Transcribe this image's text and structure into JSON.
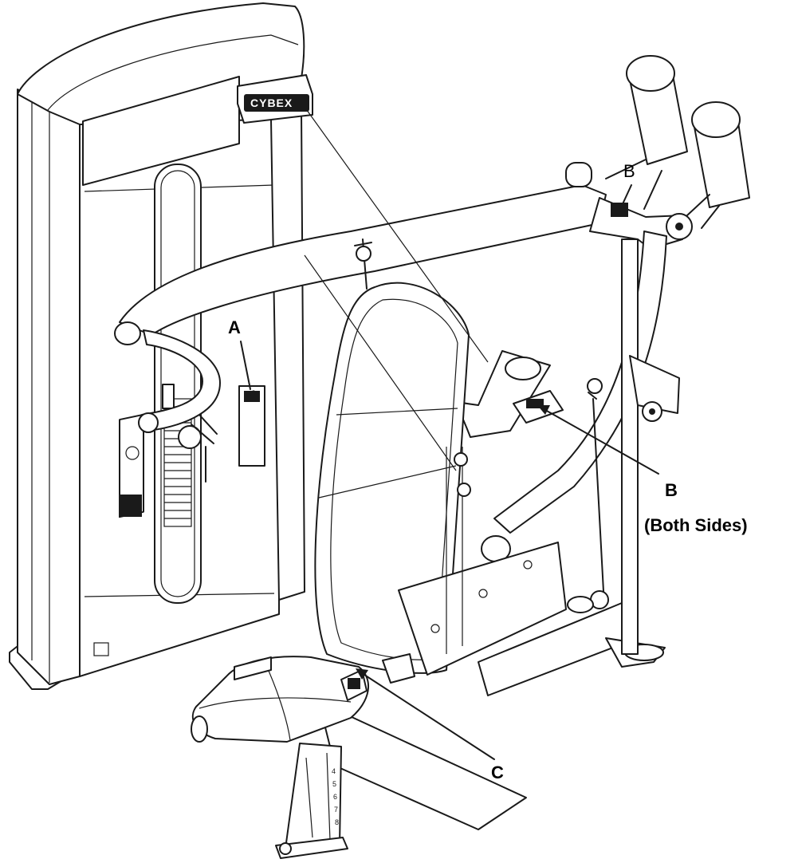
{
  "brand": {
    "logo": "CYBEX"
  },
  "callouts": {
    "a": "A",
    "b_top": "B",
    "b_side": "B",
    "b_side_note": "(Both Sides)",
    "c": "C"
  },
  "seat_post_numbers": [
    "4",
    "5",
    "6",
    "7",
    "8"
  ],
  "colors": {
    "line": "#1a1a1a",
    "background": "#ffffff"
  }
}
